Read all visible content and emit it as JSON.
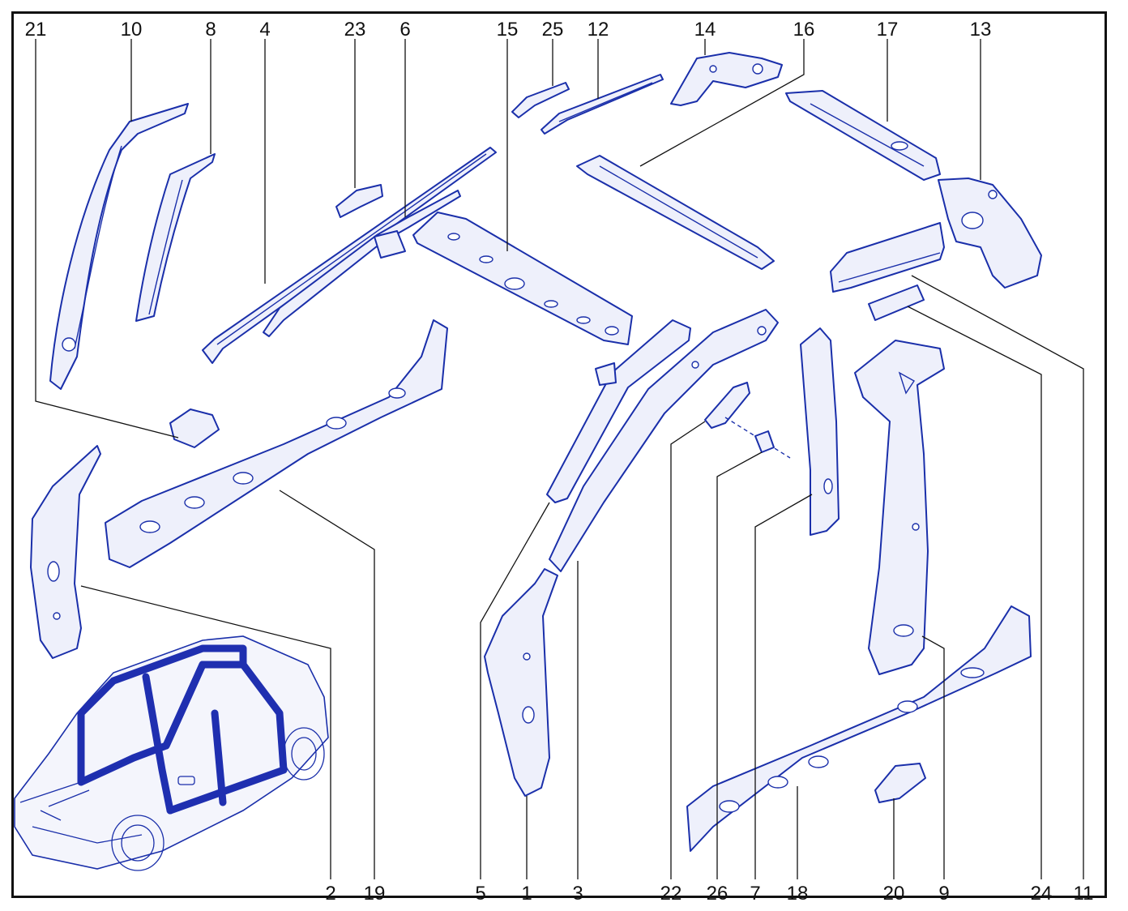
{
  "diagram": {
    "line_color": "#1a2faa",
    "frame_color": "#111111",
    "callouts": [
      "21",
      "10",
      "8",
      "4",
      "23",
      "6",
      "15",
      "25",
      "12",
      "14",
      "16",
      "17",
      "13",
      "2",
      "19",
      "5",
      "1",
      "3",
      "22",
      "26",
      "7",
      "18",
      "20",
      "9",
      "24",
      "11"
    ]
  }
}
